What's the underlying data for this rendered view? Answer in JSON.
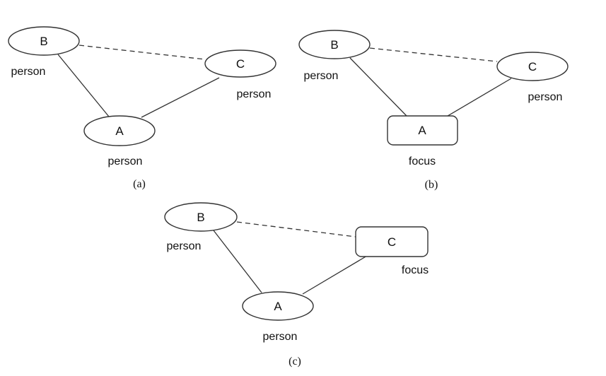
{
  "figure": {
    "description": "Three-panel node-link diagram with nodes A, B, C connected in a triangle; solid edges B-A and A-C, dashed edge B-C",
    "background_color": "#ffffff",
    "stroke_color": "#333333",
    "text_color": "#111111",
    "panels": [
      {
        "caption": "(a)",
        "nodes": [
          {
            "id": "B",
            "label": "B",
            "type": "person",
            "shape": "ellipse"
          },
          {
            "id": "C",
            "label": "C",
            "type": "person",
            "shape": "ellipse"
          },
          {
            "id": "A",
            "label": "A",
            "type": "person",
            "shape": "ellipse"
          }
        ],
        "edges": [
          {
            "from": "B",
            "to": "A",
            "style": "solid"
          },
          {
            "from": "A",
            "to": "C",
            "style": "solid"
          },
          {
            "from": "B",
            "to": "C",
            "style": "dashed"
          }
        ]
      },
      {
        "caption": "(b)",
        "nodes": [
          {
            "id": "B",
            "label": "B",
            "type": "person",
            "shape": "ellipse"
          },
          {
            "id": "C",
            "label": "C",
            "type": "person",
            "shape": "ellipse"
          },
          {
            "id": "A",
            "label": "A",
            "type": "focus",
            "shape": "rounded-rect"
          }
        ],
        "edges": [
          {
            "from": "B",
            "to": "A",
            "style": "solid"
          },
          {
            "from": "A",
            "to": "C",
            "style": "solid"
          },
          {
            "from": "B",
            "to": "C",
            "style": "dashed"
          }
        ]
      },
      {
        "caption": "(c)",
        "nodes": [
          {
            "id": "B",
            "label": "B",
            "type": "person",
            "shape": "ellipse"
          },
          {
            "id": "C",
            "label": "C",
            "type": "focus",
            "shape": "rounded-rect"
          },
          {
            "id": "A",
            "label": "A",
            "type": "person",
            "shape": "ellipse"
          }
        ],
        "edges": [
          {
            "from": "B",
            "to": "A",
            "style": "solid"
          },
          {
            "from": "A",
            "to": "C",
            "style": "solid"
          },
          {
            "from": "B",
            "to": "C",
            "style": "dashed"
          }
        ]
      }
    ]
  }
}
